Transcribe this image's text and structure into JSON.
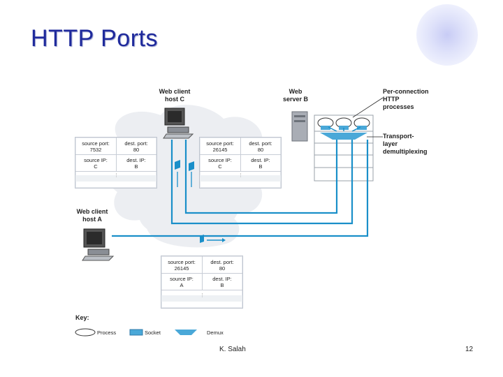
{
  "slide": {
    "title": "HTTP Ports",
    "author": "K. Salah",
    "page_number": "12"
  },
  "diagram": {
    "host_c_label": [
      "Web client",
      "host C"
    ],
    "server_b_label": [
      "Web",
      "server B"
    ],
    "host_a_label": [
      "Web client",
      "host A"
    ],
    "processes_label": [
      "Per-connection",
      "HTTP",
      "processes"
    ],
    "demux_label": [
      "Transport-",
      "layer",
      "demultiplexing"
    ],
    "segments": [
      {
        "src_port_label": "source port:",
        "src_port": "7532",
        "dst_port_label": "dest. port:",
        "dst_port": "80",
        "src_ip_label": "source IP:",
        "src_ip": "C",
        "dst_ip_label": "dest. IP:",
        "dst_ip": "B"
      },
      {
        "src_port_label": "source port:",
        "src_port": "26145",
        "dst_port_label": "dest. port:",
        "dst_port": "80",
        "src_ip_label": "source IP:",
        "src_ip": "C",
        "dst_ip_label": "dest. IP:",
        "dst_ip": "B"
      },
      {
        "src_port_label": "source port:",
        "src_port": "26145",
        "dst_port_label": "dest. port:",
        "dst_port": "80",
        "src_ip_label": "source IP:",
        "src_ip": "A",
        "dst_ip_label": "dest. IP:",
        "dst_ip": "B"
      }
    ],
    "key": {
      "title": "Key:",
      "process": "Process",
      "socket": "Socket",
      "demux": "Demux"
    },
    "colors": {
      "connection": "#1a8fc9",
      "socket": "#4aa8d8",
      "cloud": "#eceef2",
      "title": "#1f2a9c"
    }
  }
}
